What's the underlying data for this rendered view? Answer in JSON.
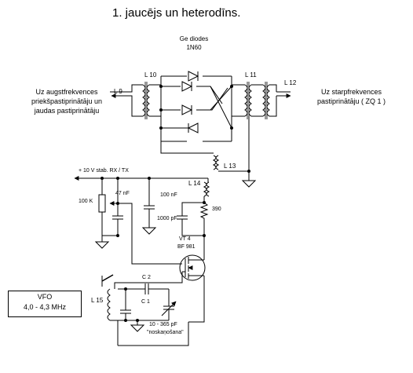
{
  "title": "1. jaucējs un heterodīns.",
  "labels": {
    "ge_diodes": "Ge diodes",
    "diode_type": "1N60",
    "l10": "L 10",
    "l11": "L 11",
    "l9": "L 9",
    "l12": "L 12",
    "l13": "L 13",
    "l14": "L 14",
    "l15": "L 15",
    "left_text_1": "Uz augstfrekvences",
    "left_text_2": "priekšpastiprinātāju un",
    "left_text_3": "jaudas pastiprinātāju",
    "right_text_1": "Uz starpfrekvences",
    "right_text_2": "pastiprinātāju ( ZQ 1 )",
    "supply": "+ 10 V stab. RX / TX",
    "c_47nf": "47 nF",
    "c_100nf": "100 nF",
    "r_100k": "100 K",
    "c_1000pf": "1000 pF",
    "r_390": "390",
    "vt4": "VT 4",
    "bf981": "BF 981",
    "c2": "C 2",
    "c1": "C 1",
    "cvar": "10 - 365 pF",
    "tuning": "\"noskaņošana\"",
    "vfo_1": "VFO",
    "vfo_2": "4,0 - 4,3 MHz"
  }
}
